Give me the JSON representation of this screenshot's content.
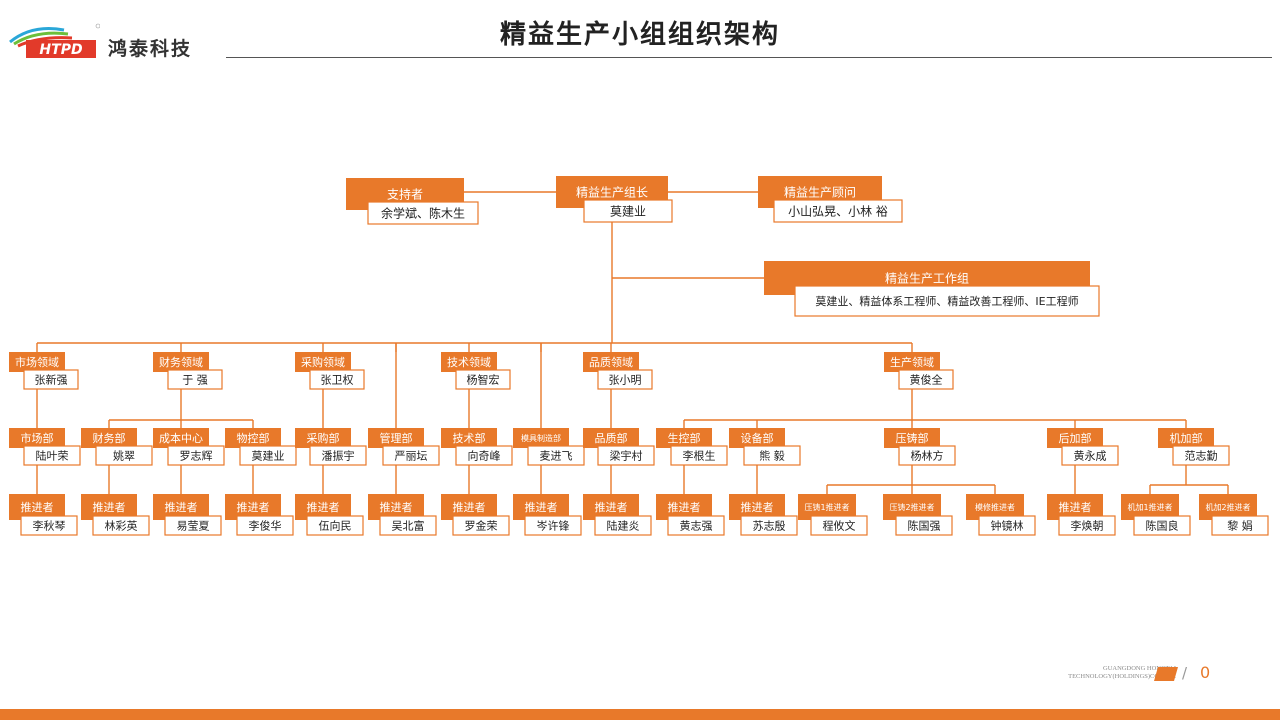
{
  "brand": {
    "logo_letters": "HTPD",
    "name": "鸿泰科技",
    "primary_color": "#e8792a",
    "text_color": "#333333"
  },
  "title": "精益生产小组组织架构",
  "footer": {
    "company_line1": "GUANGDONG HONGTAI",
    "company_line2": "TECHNOLOGY(HOLDINGS)CO.,LTD.",
    "slash": "/",
    "page_number": "0"
  },
  "chart": {
    "leader": {
      "title": "精益生产组长",
      "name": "莫建业"
    },
    "supporter": {
      "title": "支持者",
      "name": "余学斌、陈木生"
    },
    "advisor": {
      "title": "精益生产顾问",
      "name": "小山弘晃、小林 裕"
    },
    "workgroup": {
      "title": "精益生产工作组",
      "name": "莫建业、精益体系工程师、精益改善工程师、IE工程师"
    },
    "domains": [
      {
        "title": "市场领域",
        "name": "张新强"
      },
      {
        "title": "财务领域",
        "name": "于 强"
      },
      {
        "title": "采购领域",
        "name": "张卫权"
      },
      {
        "title": "技术领域",
        "name": "杨智宏"
      },
      {
        "title": "品质领域",
        "name": "张小明"
      },
      {
        "title": "生产领域",
        "name": "黄俊全"
      }
    ],
    "departments": [
      {
        "title": "市场部",
        "name": "陆叶荣"
      },
      {
        "title": "财务部",
        "name": "姚翠"
      },
      {
        "title": "成本中心",
        "name": "罗志辉"
      },
      {
        "title": "物控部",
        "name": "莫建业"
      },
      {
        "title": "采购部",
        "name": "潘振宇"
      },
      {
        "title": "管理部",
        "name": "严丽坛"
      },
      {
        "title": "技术部",
        "name": "向奇峰"
      },
      {
        "title": "模具制造部",
        "name": "麦进飞"
      },
      {
        "title": "品质部",
        "name": "梁宇村"
      },
      {
        "title": "生控部",
        "name": "李根生"
      },
      {
        "title": "设备部",
        "name": "熊 毅"
      },
      {
        "title": "压铸部",
        "name": "杨林方"
      },
      {
        "title": "后加部",
        "name": "黄永成"
      },
      {
        "title": "机加部",
        "name": "范志勤"
      }
    ],
    "promoters": [
      {
        "title": "推进者",
        "name": "李秋琴"
      },
      {
        "title": "推进者",
        "name": "林彩英"
      },
      {
        "title": "推进者",
        "name": "易莹夏"
      },
      {
        "title": "推进者",
        "name": "李俊华"
      },
      {
        "title": "推进者",
        "name": "伍向民"
      },
      {
        "title": "推进者",
        "name": "吴北富"
      },
      {
        "title": "推进者",
        "name": "罗金荣"
      },
      {
        "title": "推进者",
        "name": "岑许锋"
      },
      {
        "title": "推进者",
        "name": "陆建炎"
      },
      {
        "title": "推进者",
        "name": "黄志强"
      },
      {
        "title": "推进者",
        "name": "苏志殷"
      },
      {
        "title": "压铸1推进者",
        "name": "程攸文"
      },
      {
        "title": "压铸2推进者",
        "name": "陈国强"
      },
      {
        "title": "模修推进者",
        "name": "钟镜林"
      },
      {
        "title": "推进者",
        "name": "李焕朝"
      },
      {
        "title": "机加1推进者",
        "name": "陈国良"
      },
      {
        "title": "机加2推进者",
        "name": "黎 娟"
      }
    ]
  }
}
